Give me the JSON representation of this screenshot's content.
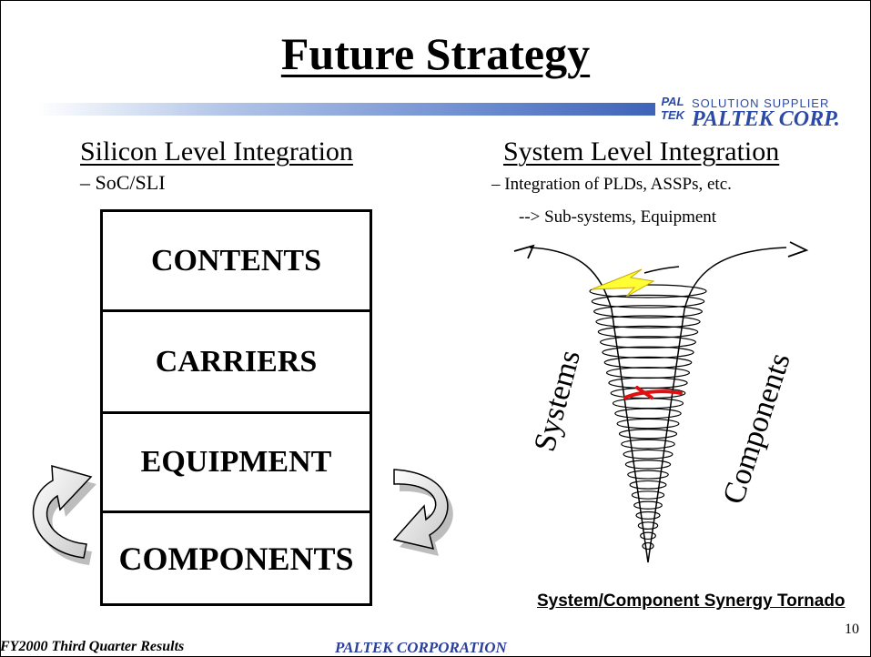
{
  "slide": {
    "title": "Future Strategy",
    "page_number": "10",
    "footer_left": "FY2000 Third Quarter Results",
    "footer_right": "PALTEK CORPORATION"
  },
  "logo": {
    "mark": "PAL TEK",
    "tagline": "SOLUTION SUPPLIER",
    "name": "PALTEK CORP."
  },
  "left": {
    "heading": "Silicon Level Integration",
    "bullet": "– SoC/SLI",
    "layers": [
      "CONTENTS",
      "CARRIERS",
      "EQUIPMENT",
      "COMPONENTS"
    ]
  },
  "right": {
    "heading": "System Level Integration",
    "bullet1": "– Integration of PLDs, ASSPs, etc.",
    "bullet2": "--> Sub-systems, Equipment",
    "label_systems": "Systems",
    "label_components": "Components",
    "caption": "System/Component Synergy Tornado"
  },
  "colors": {
    "lightning": "#ffff33",
    "red_mark": "#e01010",
    "brand_blue": "#2b4aa6"
  }
}
